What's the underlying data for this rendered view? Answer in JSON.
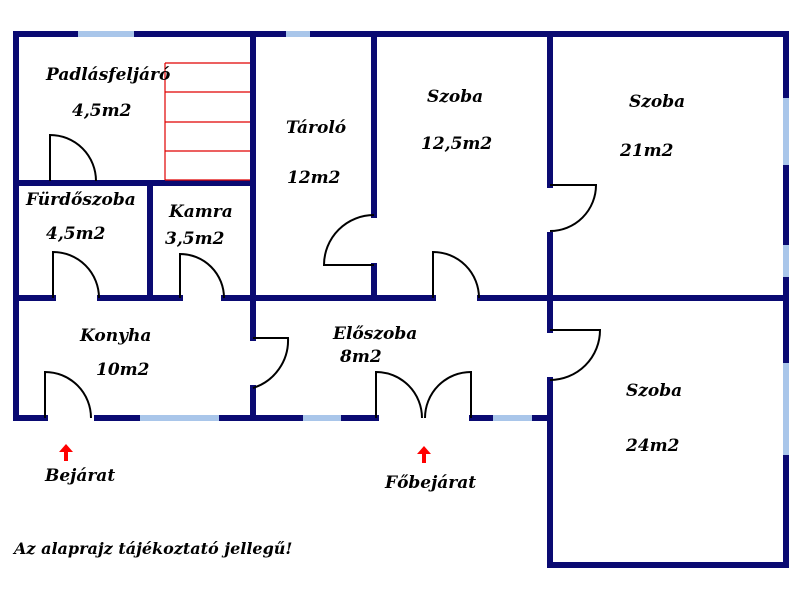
{
  "colors": {
    "wall": "#0a0a72",
    "window": "#a9c6ea",
    "door": "#000000",
    "stair": "#e00000",
    "arrow": "#ff0000"
  },
  "rooms": {
    "padlas": {
      "name": "Padlásfeljáró",
      "area": "4,5m2"
    },
    "furdo": {
      "name": "Fürdőszoba",
      "area": "4,5m2"
    },
    "kamra": {
      "name": "Kamra",
      "area": "3,5m2"
    },
    "tarolo": {
      "name": "Tároló",
      "area": "12m2"
    },
    "szoba1": {
      "name": "Szoba",
      "area": "12,5m2"
    },
    "szoba2": {
      "name": "Szoba",
      "area": "21m2"
    },
    "konyha": {
      "name": "Konyha",
      "area": "10m2"
    },
    "eloszoba": {
      "name": "Előszoba",
      "area": "8m2"
    },
    "szoba3": {
      "name": "Szoba",
      "area": "24m2"
    }
  },
  "entrances": {
    "bejarat": "Bejárat",
    "fobejarat": "Főbejárat"
  },
  "note": "Az alaprajz tájékoztató jellegű!"
}
